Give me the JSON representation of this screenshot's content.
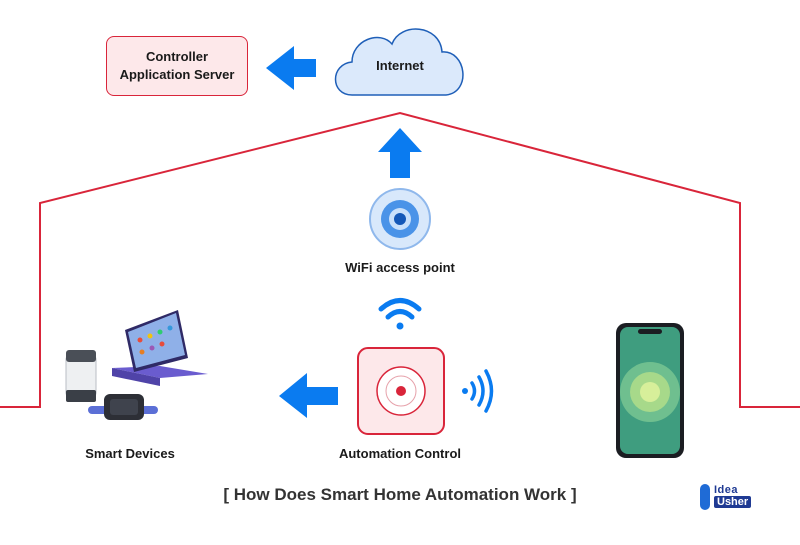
{
  "nodes": {
    "controller_line1": "Controller",
    "controller_line2": "Application Server",
    "internet": "Internet",
    "wifi_ap": "WiFi access point",
    "smart_devices": "Smart Devices",
    "automation_control": "Automation Control"
  },
  "caption": "[ How Does Smart Home Automation Work ]",
  "brand": {
    "line1": "Idea",
    "line2": "Usher"
  },
  "colors": {
    "arrow": "#0a7bf0",
    "roof_line": "#d9253a",
    "box_fill": "#fde8ea",
    "cloud_fill": "#dbe9fb",
    "cloud_stroke": "#1f5fb8"
  },
  "icons": [
    "cloud-icon",
    "wifi-icon",
    "signal-icon",
    "smartphone-icon",
    "tablet-icon",
    "smart-speaker-icon",
    "smartwatch-icon"
  ]
}
